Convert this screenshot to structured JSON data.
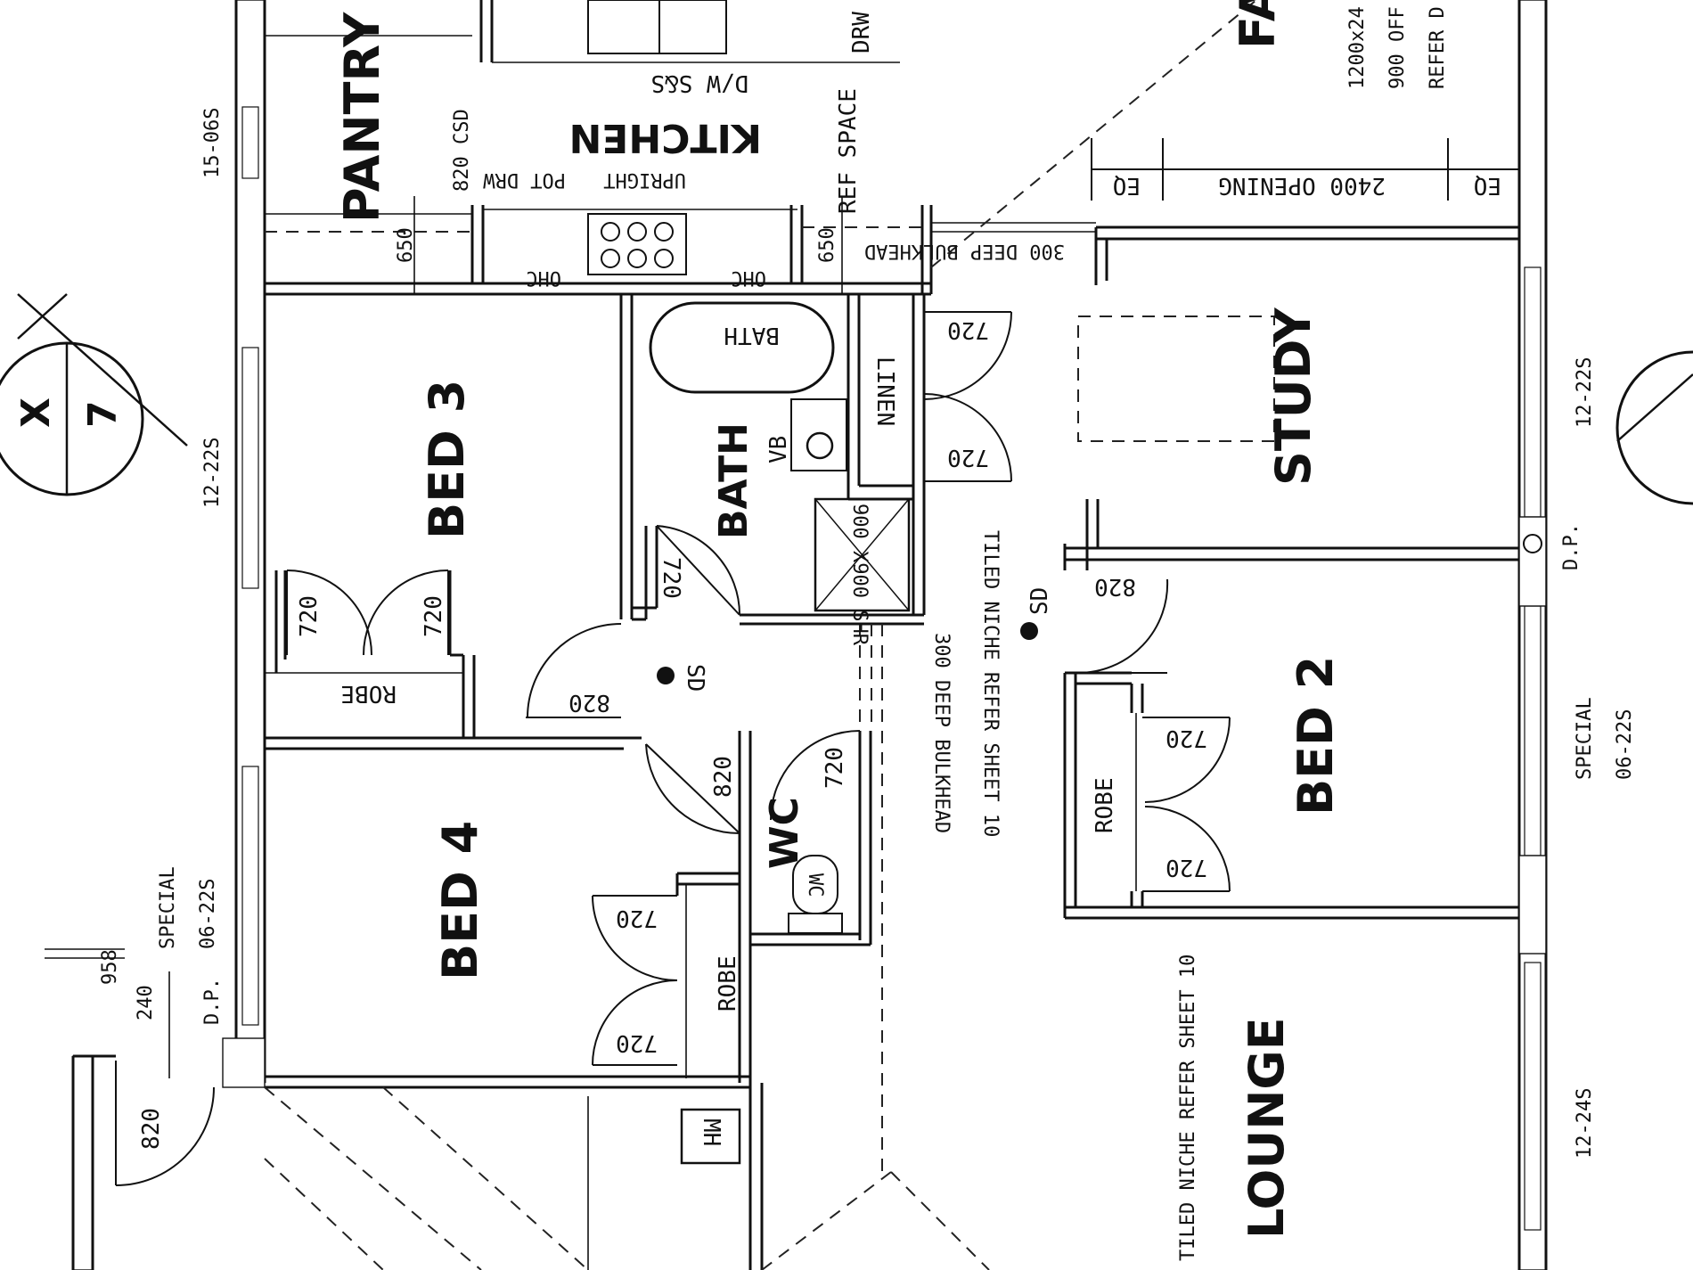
{
  "rooms": {
    "pantry": "PANTRY",
    "kitchen": "KITCHEN",
    "fa": "FA",
    "bed3": "BED 3",
    "bath": "BATH",
    "study": "STUDY",
    "bed2": "BED 2",
    "bed4": "BED 4",
    "wc": "WC",
    "lounge": "LOUNGE"
  },
  "fixtures": {
    "bath": "BATH",
    "vb": "VB",
    "linen": "LINEN",
    "robe_bed3": "ROBE",
    "robe_bed4": "ROBE",
    "robe_bed2": "ROBE",
    "dw": "D/W S&S",
    "upright": "UPRIGHT",
    "pot_drw": "POT DRW",
    "ref_space": "REF SPACE",
    "ohc_right": "OHC",
    "ohc_left": "OHC",
    "shr": "900 X900 SHR",
    "sd_hall": "SD",
    "sd_study": "SD",
    "mh": "MH",
    "drw": "DRW",
    "wc_fixture": "WC"
  },
  "dimensions": {
    "d720_bed3_a": "720",
    "d720_bed3_b": "720",
    "d820_hall": "820",
    "d720_bath": "720",
    "d820_bed4": "820",
    "d720_wc": "720",
    "d720_bed4_a": "720",
    "d720_bed4_b": "720",
    "d720_linen_a": "720",
    "d720_linen_b": "720",
    "d820_bed2": "820",
    "d720_bed2_a": "720",
    "d720_bed2_b": "720",
    "d820_entry": "820",
    "d650_a": "650",
    "d650_b": "650",
    "d820_csd": "820 CSD",
    "d240": "240",
    "d958": "958",
    "opening": "2400 OPENING",
    "eq_a": "EQ",
    "eq_b": "EQ"
  },
  "notes": {
    "bulkhead_top": "300 DEEP BULKHEAD",
    "bulkhead_hall": "300 DEEP BULKHEAD",
    "niche_bath": "TILED NICHE REFER SHEET 10",
    "niche_lounge": "TILED NICHE REFER SHEET 10",
    "window_1200": "1200x24",
    "window_900": "900 OFF",
    "window_refer": "REFER D",
    "dp_right": "D.P.",
    "dp_left": "D.P."
  },
  "windows": {
    "w15_06s": "15-06S",
    "w12_22s_left": "12-22S",
    "w12_22s_right": "12-22S",
    "special_right": "SPECIAL",
    "w06_22s_right": "06-22S",
    "special_left": "SPECIAL",
    "w06_22s_left": "06-22S",
    "w12_24s": "12-24S"
  },
  "section": {
    "letter": "X",
    "sheet": "7"
  }
}
